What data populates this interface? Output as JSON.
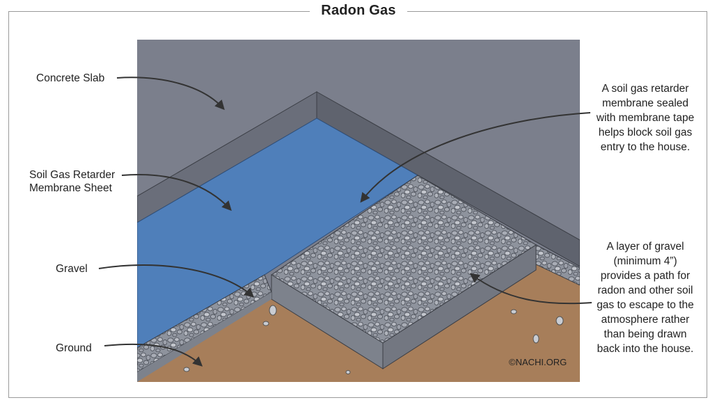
{
  "title": "Radon Gas",
  "labels": {
    "concrete_slab": "Concrete Slab",
    "membrane_line1": "Soil Gas Retarder",
    "membrane_line2": "Membrane Sheet",
    "gravel": "Gravel",
    "ground": "Ground"
  },
  "notes": {
    "membrane_note": [
      "A soil gas retarder",
      "membrane sealed",
      "with membrane tape",
      "helps block soil gas",
      "entry to the house."
    ],
    "gravel_note": [
      "A layer of gravel",
      "(minimum 4”)",
      "provides a path for",
      "radon and other soil",
      "gas to escape to the",
      "atmosphere rather",
      "than being drawn",
      "back into the house."
    ]
  },
  "copyright": "©NACHI.ORG",
  "colors": {
    "slab": "#7b7f8c",
    "slab_edge": "#6a6e7a",
    "membrane": "#4f7fba",
    "gravel": "#8e939d",
    "ground": "#a77e5a",
    "frame": "#9a9a9a",
    "arrow": "#333333"
  }
}
